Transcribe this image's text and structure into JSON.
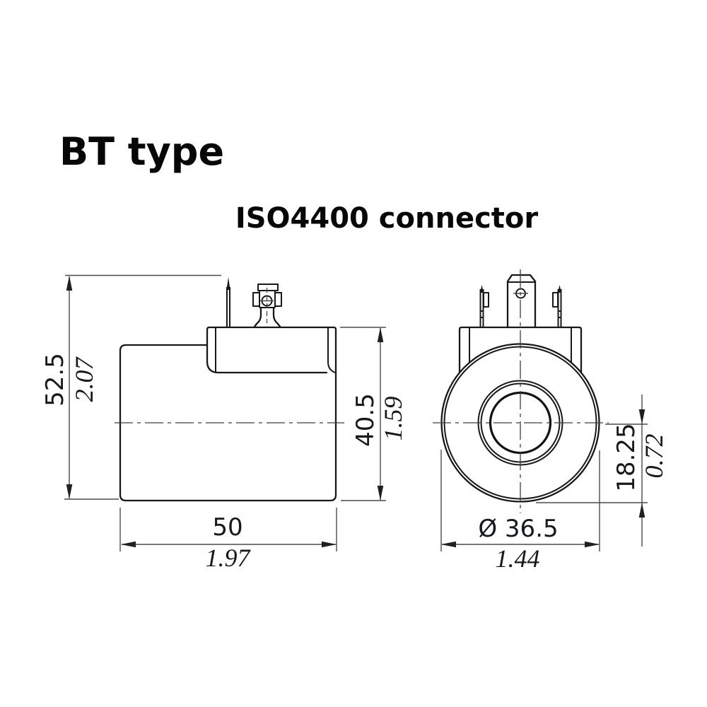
{
  "page": {
    "title": "BT type",
    "subtitle": "ISO4400 connector"
  },
  "drawing": {
    "side_view": {
      "dim_total_height": {
        "mm": "52.5",
        "inch": "2.07"
      },
      "dim_body_height": {
        "mm": "40.5",
        "inch": "1.59"
      },
      "dim_body_width": {
        "mm": "50",
        "inch": "1.97"
      }
    },
    "front_view": {
      "dim_center_to_bottom": {
        "mm": "18.25",
        "inch": "0.72"
      },
      "dim_outer_diameter": {
        "mm": "Ø 36.5",
        "inch": "1.44"
      }
    },
    "colors": {
      "object_line": "#181818",
      "thin_line": "#4b4b4b",
      "dimension_text": "#15181c",
      "background": "#ffffff"
    }
  }
}
